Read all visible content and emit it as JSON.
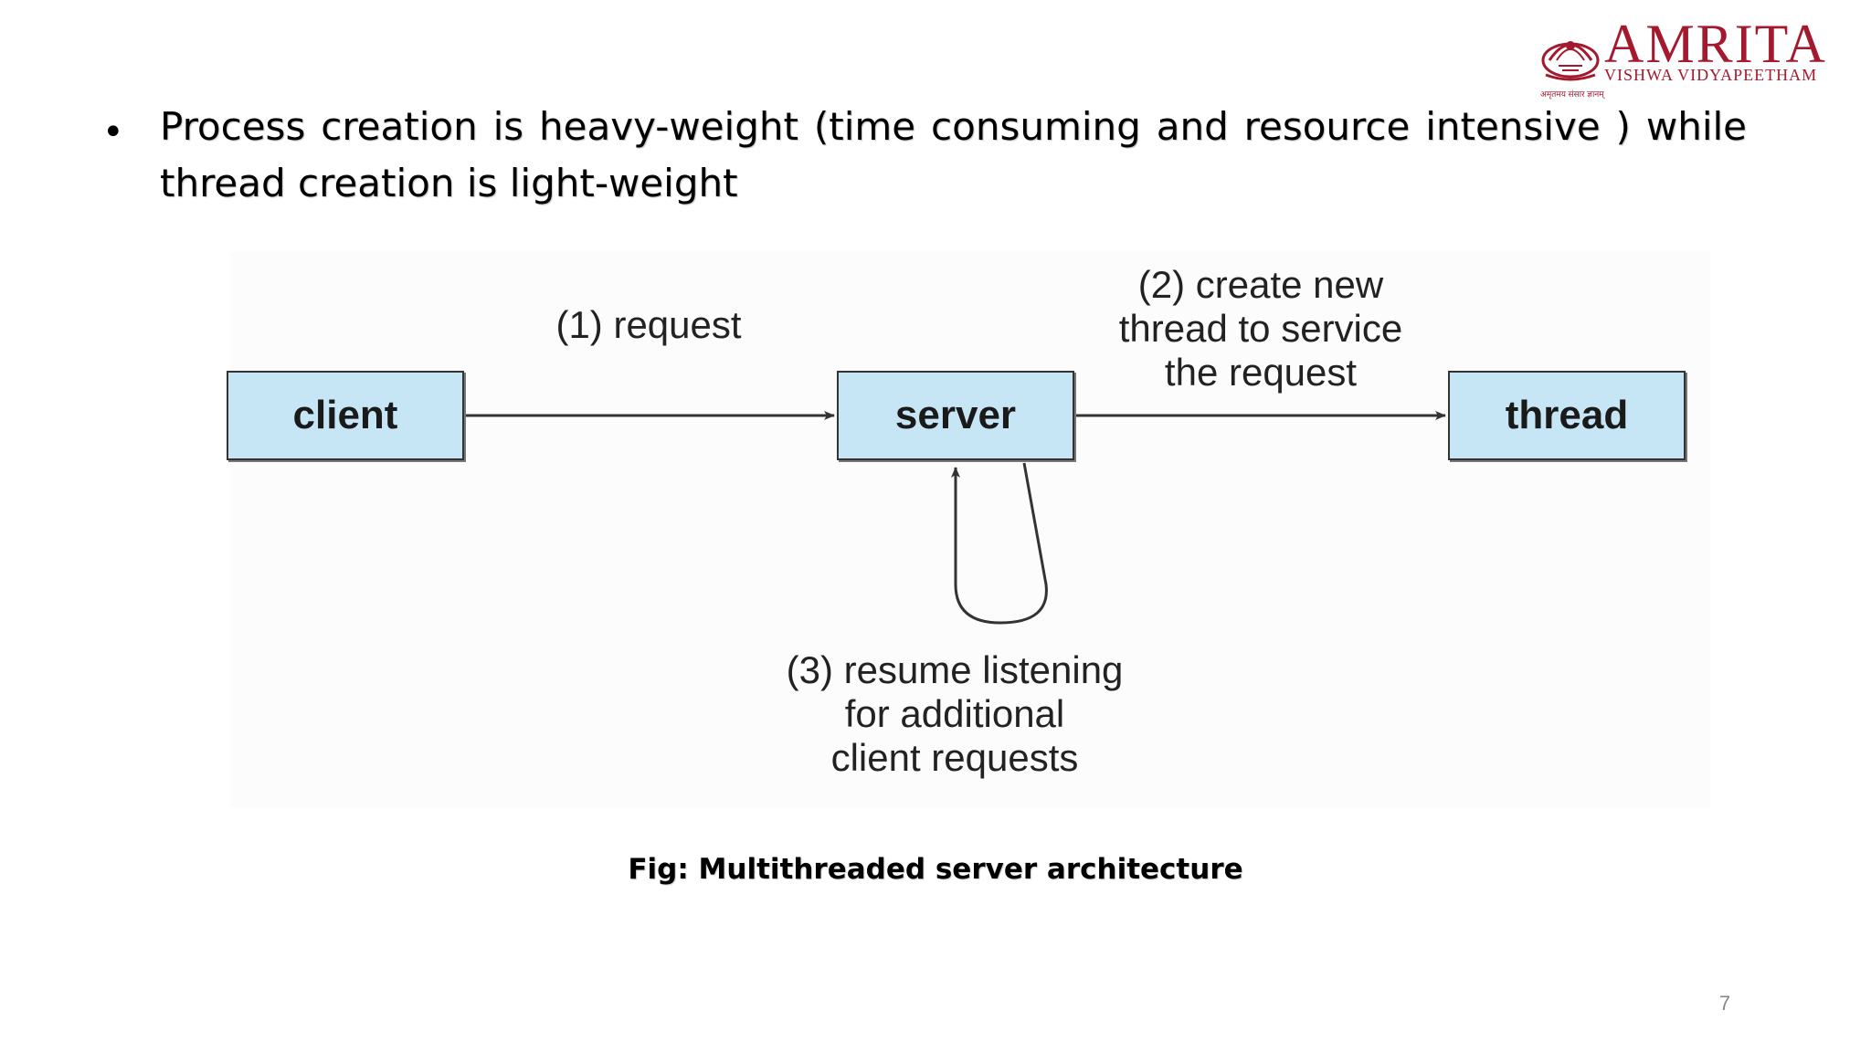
{
  "logo": {
    "name": "AMRITA",
    "subtitle": "VISHWA VIDYAPEETHAM",
    "tagline": "अमृतमय  संसार  ज्ञानम्",
    "color": "#a3192e"
  },
  "bullet": {
    "text": "Process creation is heavy-weight (time consuming and resource intensive ) while thread creation is light-weight"
  },
  "diagram": {
    "nodes": {
      "client": "client",
      "server": "server",
      "thread": "thread"
    },
    "box_fill": "#c6e6f6",
    "labels": {
      "request": "(1) request",
      "create_line1": "(2) create new",
      "create_line2": "thread to service",
      "create_line3": "the request",
      "resume_line1": "(3) resume listening",
      "resume_line2": "for additional",
      "resume_line3": "client requests"
    }
  },
  "caption": "Fig: Multithreaded server architecture",
  "page_number": "7"
}
